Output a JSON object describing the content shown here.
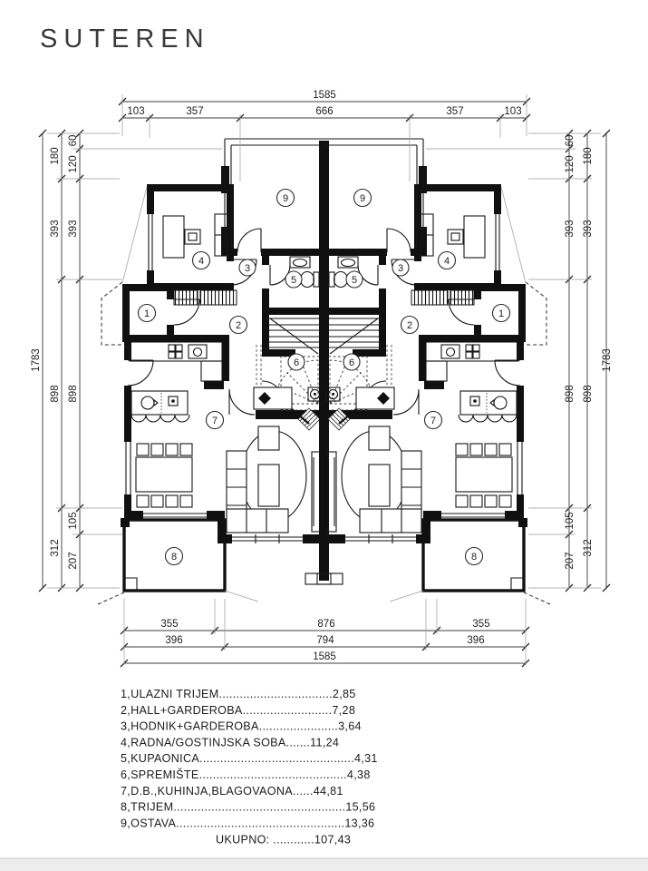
{
  "title": "SUTEREN",
  "dims": {
    "top": {
      "total": "1585",
      "segments": [
        "103",
        "357",
        "666",
        "357",
        "103"
      ]
    },
    "bottom": {
      "row1": [
        "355",
        "876",
        "355"
      ],
      "row2": [
        "396",
        "794",
        "396"
      ],
      "total": "1585"
    },
    "side": {
      "total": "1783",
      "outer": [
        "180",
        "393",
        "898",
        "312"
      ],
      "inner": [
        "60",
        "120",
        "393",
        "898",
        "105",
        "207"
      ]
    }
  },
  "rooms": [
    "1",
    "2",
    "3",
    "4",
    "5",
    "6",
    "7",
    "8",
    "9"
  ],
  "legend": {
    "rows": [
      "1,ULAZNI  TRIJEM.................................2,85",
      "2,HALL+GARDEROBA..........................7,28",
      "3,HODNIK+GARDEROBA.......................3,64",
      "4,RADNA/GOSTINJSKA  SOBA.......11,24",
      "5,KUPAONICA.............................................4,31",
      "6,SPREMIŠTE...........................................4,38",
      "7,D.B.,KUHINJA,BLAGOVAONA......44,81",
      "8,TRIJEM..................................................15,56",
      "9,OSTAVA.................................................13,36"
    ],
    "total_row": "UKUPNO: ............107,43"
  }
}
